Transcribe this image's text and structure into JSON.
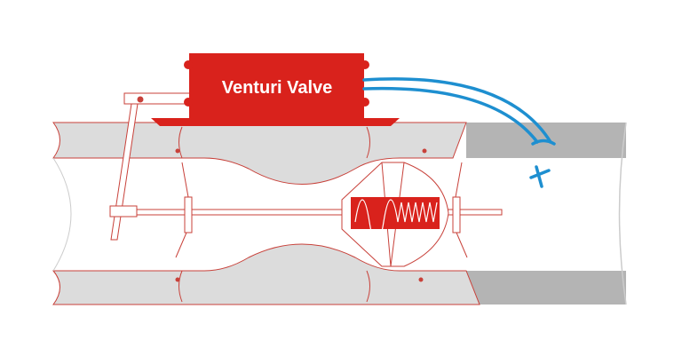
{
  "diagram": {
    "valve_label": "Venturi Valve",
    "colors": {
      "valve_red": "#d9221c",
      "outline_red": "#c8413a",
      "pipe_gray": "#dcdcdc",
      "pipe_dark_gray": "#b4b4b4",
      "tube_blue": "#1e8fd0"
    },
    "icons": [
      "venturi-valve-box",
      "pressure-tubes",
      "spring-cone",
      "linkage-arms"
    ]
  }
}
